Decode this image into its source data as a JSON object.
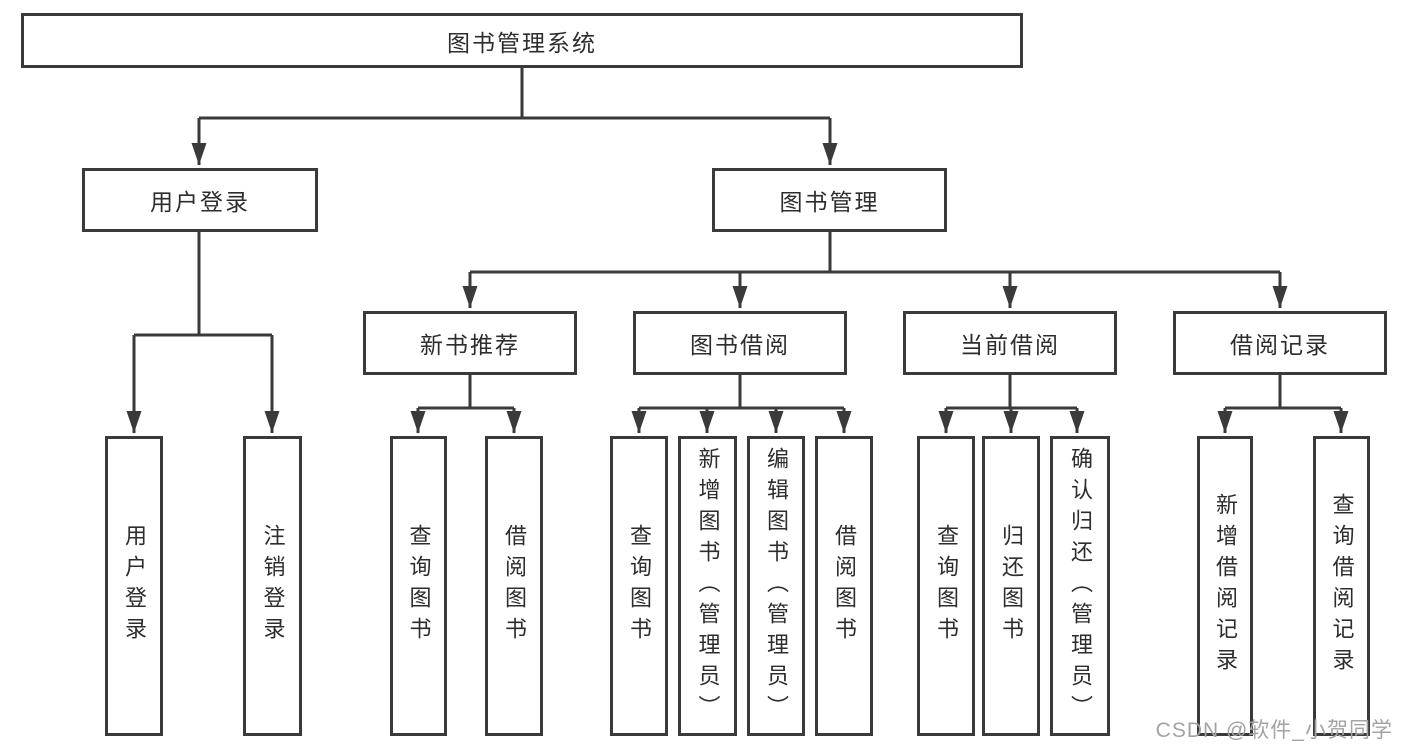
{
  "diagram_type": "tree",
  "colors": {
    "line": "#3a3a3a",
    "box_border": "#3a3a3a",
    "text": "#2d2d2d",
    "background": "#ffffff",
    "watermark_text": "#a3a3a3"
  },
  "tree": {
    "root": "图书管理系统",
    "level2": [
      {
        "label": "用户登录",
        "children": [
          "用户登录",
          "注销登录"
        ]
      },
      {
        "label": "图书管理"
      }
    ],
    "level3": [
      {
        "label": "新书推荐",
        "children": [
          "查询图书",
          "借阅图书"
        ]
      },
      {
        "label": "图书借阅",
        "children": [
          "查询图书",
          "新增图书（管理员）",
          "编辑图书（管理员）",
          "借阅图书"
        ]
      },
      {
        "label": "当前借阅",
        "children": [
          "查询图书",
          "归还图书",
          "确认归还（管理员）"
        ]
      },
      {
        "label": "借阅记录",
        "children": [
          "新增借阅记录",
          "查询借阅记录"
        ]
      }
    ]
  },
  "watermark": {
    "text": "CSDN @软件_小贺同学"
  }
}
